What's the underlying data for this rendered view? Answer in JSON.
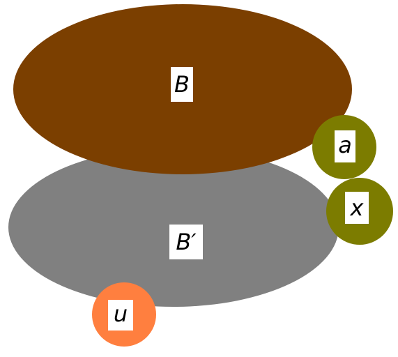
{
  "colors": {
    "set_b": "#7b3f00",
    "set_bprime": "#808080",
    "element_a": "#7c7c00",
    "element_x": "#7c7c00",
    "element_u": "#ff7f3f",
    "label_bg": "#ffffff",
    "label_text": "#000000"
  },
  "sets": {
    "b": {
      "label": "B"
    },
    "bprime": {
      "label": "B′"
    }
  },
  "elements": {
    "a": {
      "label": "a"
    },
    "x": {
      "label": "x"
    },
    "u": {
      "label": "u"
    }
  }
}
